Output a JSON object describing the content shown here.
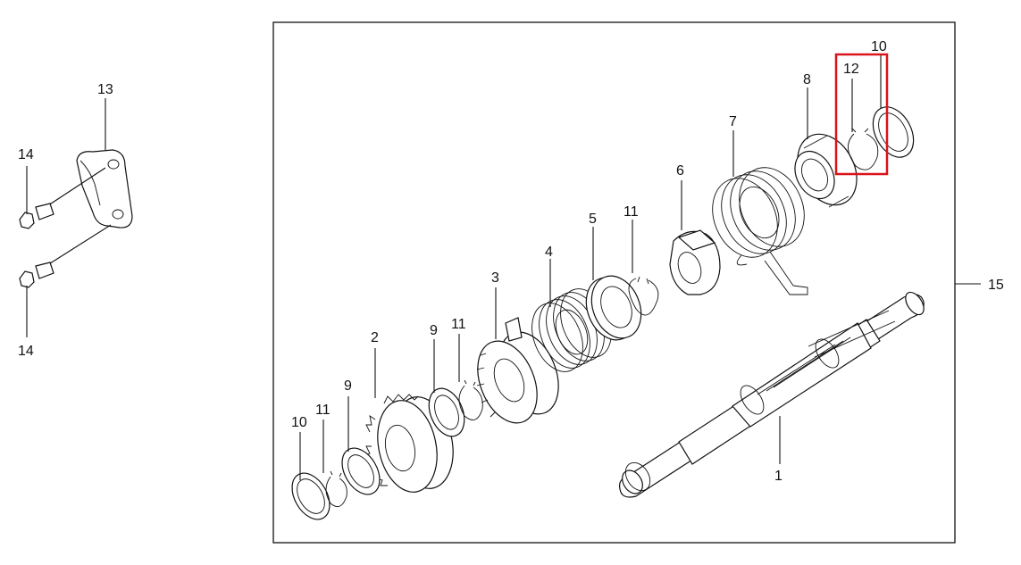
{
  "parts": {
    "shaft": "1",
    "gear": "2",
    "ratchet": "3",
    "spring_small": "4",
    "washer_5": "5",
    "ratchet_guide": "6",
    "spring_large": "7",
    "collar": "8",
    "washer_9_left": "9",
    "washer_9_mid": "9",
    "washer_10_left": "10",
    "washer_10_right": "10",
    "circlip_11_a": "11",
    "circlip_11_b": "11",
    "circlip_11_c": "11",
    "circlip_12": "12",
    "bracket": "13",
    "bolt_upper": "14",
    "bolt_lower": "14",
    "assembly": "15"
  },
  "highlight_color": "#d9141b"
}
